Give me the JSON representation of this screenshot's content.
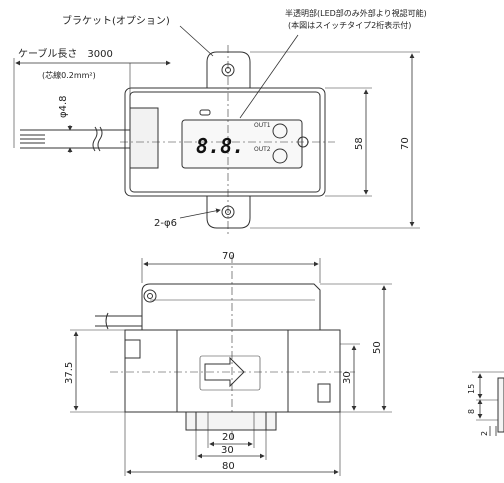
{
  "labels": {
    "bracket": "ブラケット(オプション)",
    "translucent_line1": "半透明部(LED部のみ外部より視認可能)",
    "translucent_line2": "(本図はスイッチタイプ2桁表示付)",
    "cable_length": "ケーブル長さ　3000",
    "core_wire": "(芯線0.2mm²)",
    "phi_cable": "φ4.8",
    "holes": "2-φ6",
    "out1": "OUT1",
    "out2": "OUT2",
    "display": "8.8."
  },
  "dimensions": {
    "top_view_height": "58",
    "top_view_total": "70",
    "front_width": "70",
    "front_height": "50",
    "front_left_height": "37.5",
    "front_inner_height": "30",
    "bottom_20": "20",
    "bottom_30": "30",
    "bottom_80": "80",
    "side_15": "15",
    "side_8": "8",
    "side_2": "2"
  },
  "colors": {
    "line": "#333333",
    "body": "#ffffff",
    "shade": "#e8e8e8"
  }
}
